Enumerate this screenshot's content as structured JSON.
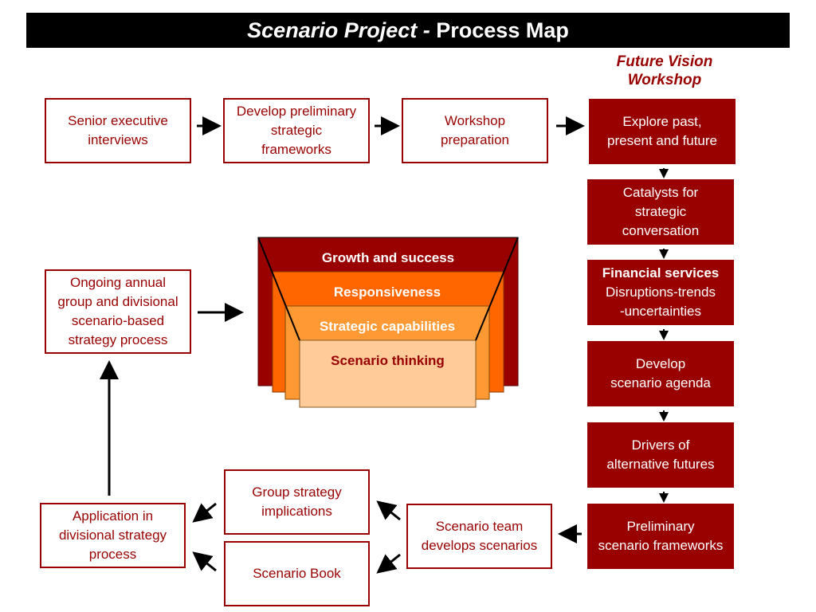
{
  "title": {
    "italic_part": "Scenario Project -",
    "main_part": "Process Map"
  },
  "workshop": {
    "title_lines": [
      "Future Vision",
      "Workshop"
    ],
    "steps": [
      {
        "lines": [
          "Explore past,",
          "present and future"
        ]
      },
      {
        "lines": [
          "Catalysts for",
          "strategic",
          "conversation"
        ]
      },
      {
        "lines": [
          "Financial services",
          "Disruptions-trends",
          "-uncertainties"
        ]
      },
      {
        "lines": [
          "Develop",
          "scenario agenda"
        ]
      },
      {
        "lines": [
          "Drivers of",
          "alternative futures"
        ]
      },
      {
        "lines": [
          "Preliminary",
          "scenario frameworks"
        ]
      }
    ]
  },
  "top_row": [
    {
      "lines": [
        "Senior executive",
        "interviews"
      ]
    },
    {
      "lines": [
        "Develop preliminary",
        "strategic",
        "frameworks"
      ]
    },
    {
      "lines": [
        "Workshop",
        "preparation"
      ]
    }
  ],
  "ongoing": {
    "lines": [
      "Ongoing annual",
      "group and divisional",
      "scenario-based",
      "strategy process"
    ]
  },
  "bottom": {
    "scenario_team": {
      "lines": [
        "Scenario team",
        "develops scenarios"
      ]
    },
    "group_strategy": {
      "lines": [
        "Group strategy",
        "implications"
      ]
    },
    "scenario_book": {
      "lines": [
        "Scenario Book"
      ]
    },
    "application": {
      "lines": [
        "Application in",
        "divisional strategy",
        "process"
      ]
    }
  },
  "funnel_layers": [
    {
      "label": "Growth and success",
      "fill": "#990000",
      "text_color": "#ffffff"
    },
    {
      "label": "Responsiveness",
      "fill": "#ff6600",
      "text_color": "#ffffff"
    },
    {
      "label": "Strategic capabilities",
      "fill": "#ff9933",
      "text_color": "#ffffff"
    },
    {
      "label": "Scenario thinking",
      "fill": "#ffcc99",
      "text_color": "#990000"
    }
  ],
  "colors": {
    "accent": "#990000",
    "title_bg": "#000000"
  }
}
